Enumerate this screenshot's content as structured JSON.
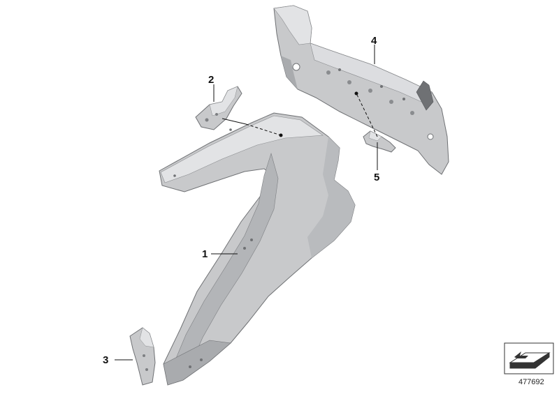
{
  "diagram": {
    "callouts": [
      {
        "id": "1",
        "label": "1"
      },
      {
        "id": "2",
        "label": "2"
      },
      {
        "id": "3",
        "label": "3"
      },
      {
        "id": "4",
        "label": "4"
      },
      {
        "id": "5",
        "label": "5"
      }
    ],
    "reference_number": "477692",
    "colors": {
      "panel": "#c8c9cb",
      "panel_light": "#e2e3e5",
      "panel_dark": "#9ea0a3",
      "outline": "#6f7174",
      "leader": "#111111"
    },
    "icons": {
      "orientation_symbol": "orientation-arrow-icon"
    }
  }
}
